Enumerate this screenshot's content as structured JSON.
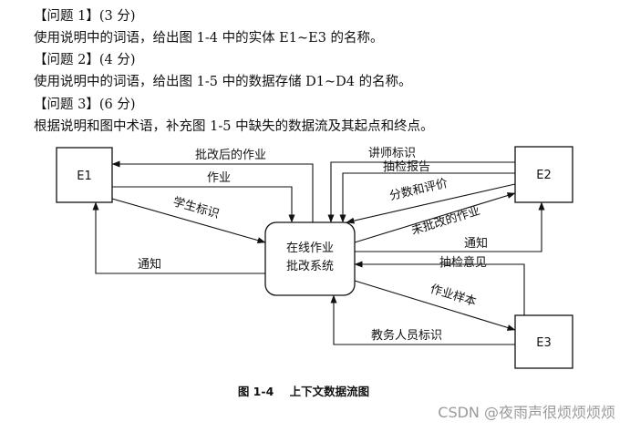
{
  "questions": [
    {
      "title": "【问题 1】(3 分)",
      "text": "使用说明中的词语，给出图 1-4 中的实体 E1~E3 的名称。"
    },
    {
      "title": "【问题 2】(4 分)",
      "text": "使用说明中的词语，给出图 1-5 中的数据存储 D1~D4 的名称。"
    },
    {
      "title": "【问题 3】(6 分)",
      "text": "根据说明和图中术语，补充图 1-5 中缺失的数据流及其起点和终点。"
    }
  ],
  "diagram": {
    "entities": {
      "e1": "E1",
      "e2": "E2",
      "e3": "E3"
    },
    "process": {
      "line1": "在线作业",
      "line2": "批改系统"
    },
    "flows": {
      "graded_homework": "批改后的作业",
      "homework": "作业",
      "student_id": "学生标识",
      "notice_e1": "通知",
      "lecturer_id": "讲师标识",
      "spot_check_report": "抽检报告",
      "score_and_eval": "分数和评价",
      "ungraded_homework": "未批改的作业",
      "notice_e2": "通知",
      "spot_check_opinion": "抽检意见",
      "homework_sample": "作业样本",
      "admin_staff_id": "教务人员标识"
    },
    "caption": "图 1-4    上下文数据流图"
  },
  "watermark": "CSDN @夜雨声很烦烦烦烦"
}
